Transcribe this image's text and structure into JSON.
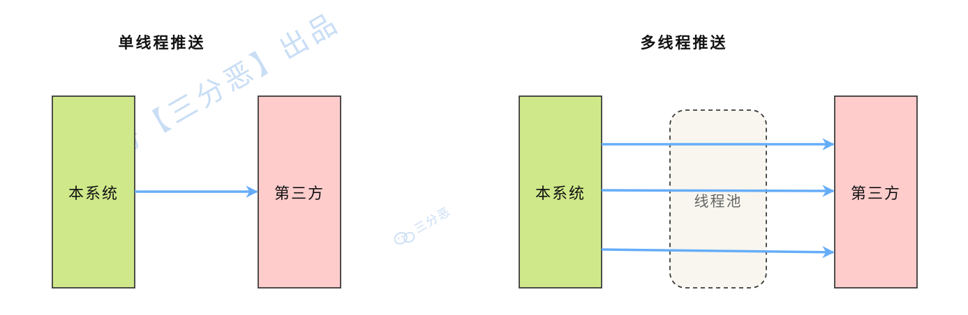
{
  "single": {
    "title": "单线程推送",
    "source_label": "本系统",
    "target_label": "第三方"
  },
  "multi": {
    "title": "多线程推送",
    "source_label": "本系统",
    "pool_label": "线程池",
    "target_label": "第三方"
  },
  "watermark": {
    "main_text": "公众号【三分恶】出品",
    "small_text": "三分恶",
    "icon": "wechat-icon"
  },
  "colors": {
    "source_fill": "#cfe98a",
    "target_fill": "#ffcccc",
    "pool_fill": "#f8f6ef",
    "arrow": "#66adf8",
    "border": "#3a3a3a",
    "watermark": "#c9def5"
  }
}
